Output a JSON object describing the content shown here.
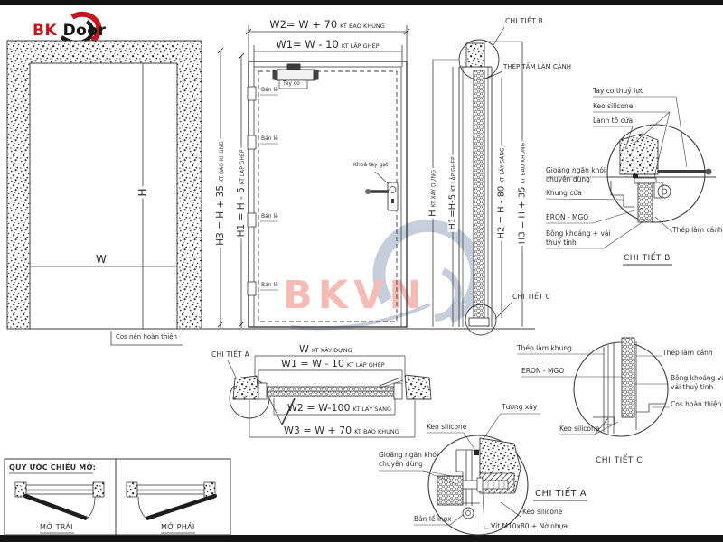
{
  "colors": {
    "accent_red": "#c4161c",
    "line": "#3c3c3c",
    "watermark_pink": "#f3aca4",
    "watermark_blue": "#b9c3d4",
    "bar_black": "#141414"
  },
  "logo": {
    "bk": "BK",
    "door": "Door"
  },
  "watermark": {
    "text": "BKVN"
  },
  "wall": {
    "h": "H",
    "w": "W",
    "floor": "Cos nền hoàn thiện"
  },
  "door": {
    "dims": {
      "w2": {
        "text": "W2=  W + 70",
        "unit": "KT BAO KHUNG"
      },
      "w1": {
        "text": "W1=  W - 10",
        "unit": "KT LẮP GHÉP"
      },
      "h3": {
        "text": "H3 = H + 35",
        "unit": "KT BAO KHUNG"
      },
      "h1": {
        "text": "H1 = H - 5",
        "unit": "KT LẮP GHÉP"
      }
    },
    "closer": "Tay co",
    "hinges": [
      "Bản lề",
      "Bản lề",
      "Bản lề",
      "Bản lề"
    ],
    "lock": "Khoá tay gạt"
  },
  "section": {
    "dims": {
      "h": {
        "text": "H",
        "unit": "KT XÂY DỰNG"
      },
      "h1": {
        "text": "H1=H-5",
        "unit": "KT LẮP GHÉP"
      },
      "h2": {
        "text": "H2 = H - 80",
        "unit": "KT LẤY SÁNG"
      },
      "h3": {
        "text": "H3 = H + 35",
        "unit": "KT BAO KHUNG"
      }
    },
    "leaf": "THÉP TẤM LÀM CÁNH",
    "ref_b": "CHI TIẾT B",
    "ref_c": "CHI TIẾT C"
  },
  "detail_b": {
    "title": "CHI TIẾT B",
    "closer": "Tay co thuỷ lực",
    "silicone": "Keo silicone",
    "lintel": "Lanh tô cửa",
    "gasket1": "Gioăng ngăn khói",
    "gasket2": "chuyên dùng",
    "frame": "Khung cửa",
    "eron": "ERON - MGO",
    "wool1": "Bông khoáng + vải",
    "wool2": "thuỷ tinh",
    "leaf_steel": "Thép làm cánh"
  },
  "plan": {
    "ref_a": "CHI TIẾT A",
    "dims": {
      "w": {
        "text": "W",
        "unit": "KT XÂY DỰNG"
      },
      "w1": {
        "text": "W1 = W - 10",
        "unit": "KT LẮP GHÉP"
      },
      "w2": {
        "text": "W2 = W-100",
        "unit": "KT LẤY SÁNG"
      },
      "w3": {
        "text": "W3 = W + 70",
        "unit": "KT BAO KHUNG"
      }
    }
  },
  "detail_c": {
    "title": "CHI TIẾT C",
    "frame_steel": "Thép làm khung",
    "eron": "ERON - MGO",
    "silicone": "Keo silicone",
    "leaf_steel": "Thép làm cánh",
    "wool1": "Bông khoáng và",
    "wool2": "vải thuỷ tinh",
    "cos": "Cos hoàn thiện"
  },
  "detail_a": {
    "title": "CHI TIẾT A",
    "wall": "Tường xây",
    "silicone_top": "Keo silicone",
    "gasket1": "Gioăng ngăn khói",
    "gasket2": "chuyên dùng",
    "hinge": "Bản lề inox",
    "screw": "Vít M10x80 + Nở nhựa",
    "silicone_bottom": "Keo silicone"
  },
  "swing": {
    "heading": "QUY ƯỚC CHIỀU MỞ:",
    "left": "MỞ TRÁI",
    "right": "MỞ PHẢI"
  }
}
